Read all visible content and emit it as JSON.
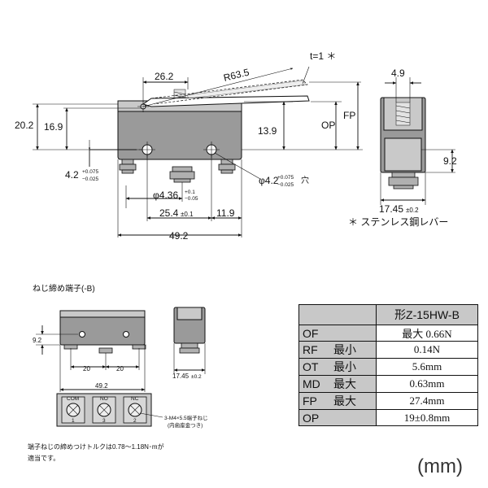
{
  "front_view": {
    "dims": {
      "d_26_2": "26.2",
      "d_r63_5": "R63.5",
      "d_t1": "t=1 ＊",
      "d_20_2": "20.2",
      "d_16_9": "16.9",
      "d_13_9": "13.9",
      "d_op": "OP",
      "d_fp": "FP",
      "d_hole_small_base": "4.2",
      "d_hole_small_tol_up": "+0.075",
      "d_hole_small_tol_dn": "−0.025",
      "d_hole_mid_base": "φ4.36",
      "d_hole_mid_tol_up": "+0.1",
      "d_hole_mid_tol_dn": "−0.05",
      "d_hole_right_base": "φ4.2",
      "d_hole_right_tol_up": "+0.075",
      "d_hole_right_tol_dn": "−0.025",
      "d_hole_right_suffix": "穴",
      "d_25_4": "25.4",
      "d_25_4_tol": "±0.1",
      "d_11_9": "11.9",
      "d_49_2": "49.2"
    }
  },
  "side_view": {
    "dims": {
      "d_4_9": "4.9",
      "d_9_2": "9.2",
      "d_17_45": "17.45",
      "d_17_45_tol": "±0.2"
    },
    "note": "＊ ステンレス鋼レバー"
  },
  "screw_terminal": {
    "heading": "ねじ締め端子(-B)",
    "dims": {
      "d_9_2": "9.2",
      "d_20_a": "20",
      "d_20_b": "20",
      "d_49_2": "49.2",
      "d_17_45": "17.45",
      "d_17_45_tol": "±0.2"
    },
    "terminals": [
      {
        "label": "COM",
        "number": "1"
      },
      {
        "label": "NO",
        "number": "3"
      },
      {
        "label": "NC",
        "number": "2"
      }
    ],
    "screw_note_line1": "3-M4×5.5端子ねじ",
    "screw_note_line2": "(内歯座金つき)",
    "torque_note_line1": "端子ねじの締めつけトルクは0.78～1.18N･mが",
    "torque_note_line2": "適当です。"
  },
  "spec_table": {
    "header": "形Z-15HW-B",
    "rows": [
      {
        "key": "OF",
        "qualifier": "",
        "value": "最大 0.66N"
      },
      {
        "key": "RF",
        "qualifier": "最小",
        "value": "0.14N"
      },
      {
        "key": "OT",
        "qualifier": "最小",
        "value": "5.6mm"
      },
      {
        "key": "MD",
        "qualifier": "最大",
        "value": "0.63mm"
      },
      {
        "key": "FP",
        "qualifier": "最大",
        "value": "27.4mm"
      },
      {
        "key": "OP",
        "qualifier": "",
        "value": "19±0.8mm"
      }
    ]
  },
  "unit": "(mm)"
}
